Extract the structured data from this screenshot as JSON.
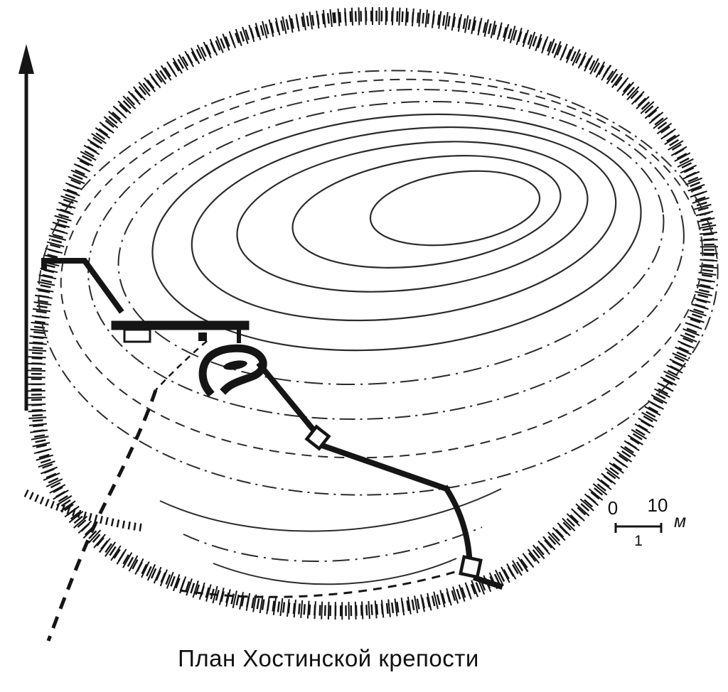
{
  "map": {
    "caption": "План Хостинской крепости",
    "scale_bar": {
      "zero_label": "0",
      "ten_label": "10",
      "unit_label": "м",
      "sub_label": "1"
    },
    "icons": {
      "north_arrow": "north-arrow",
      "slope_hachures": "slope-hachure-ring",
      "fortress_walls": "fortress-wall",
      "trail": "dashed-trail"
    },
    "colors": {
      "ink": "#151515",
      "contour": "#2b2b2b",
      "paper": "#ffffff"
    }
  }
}
